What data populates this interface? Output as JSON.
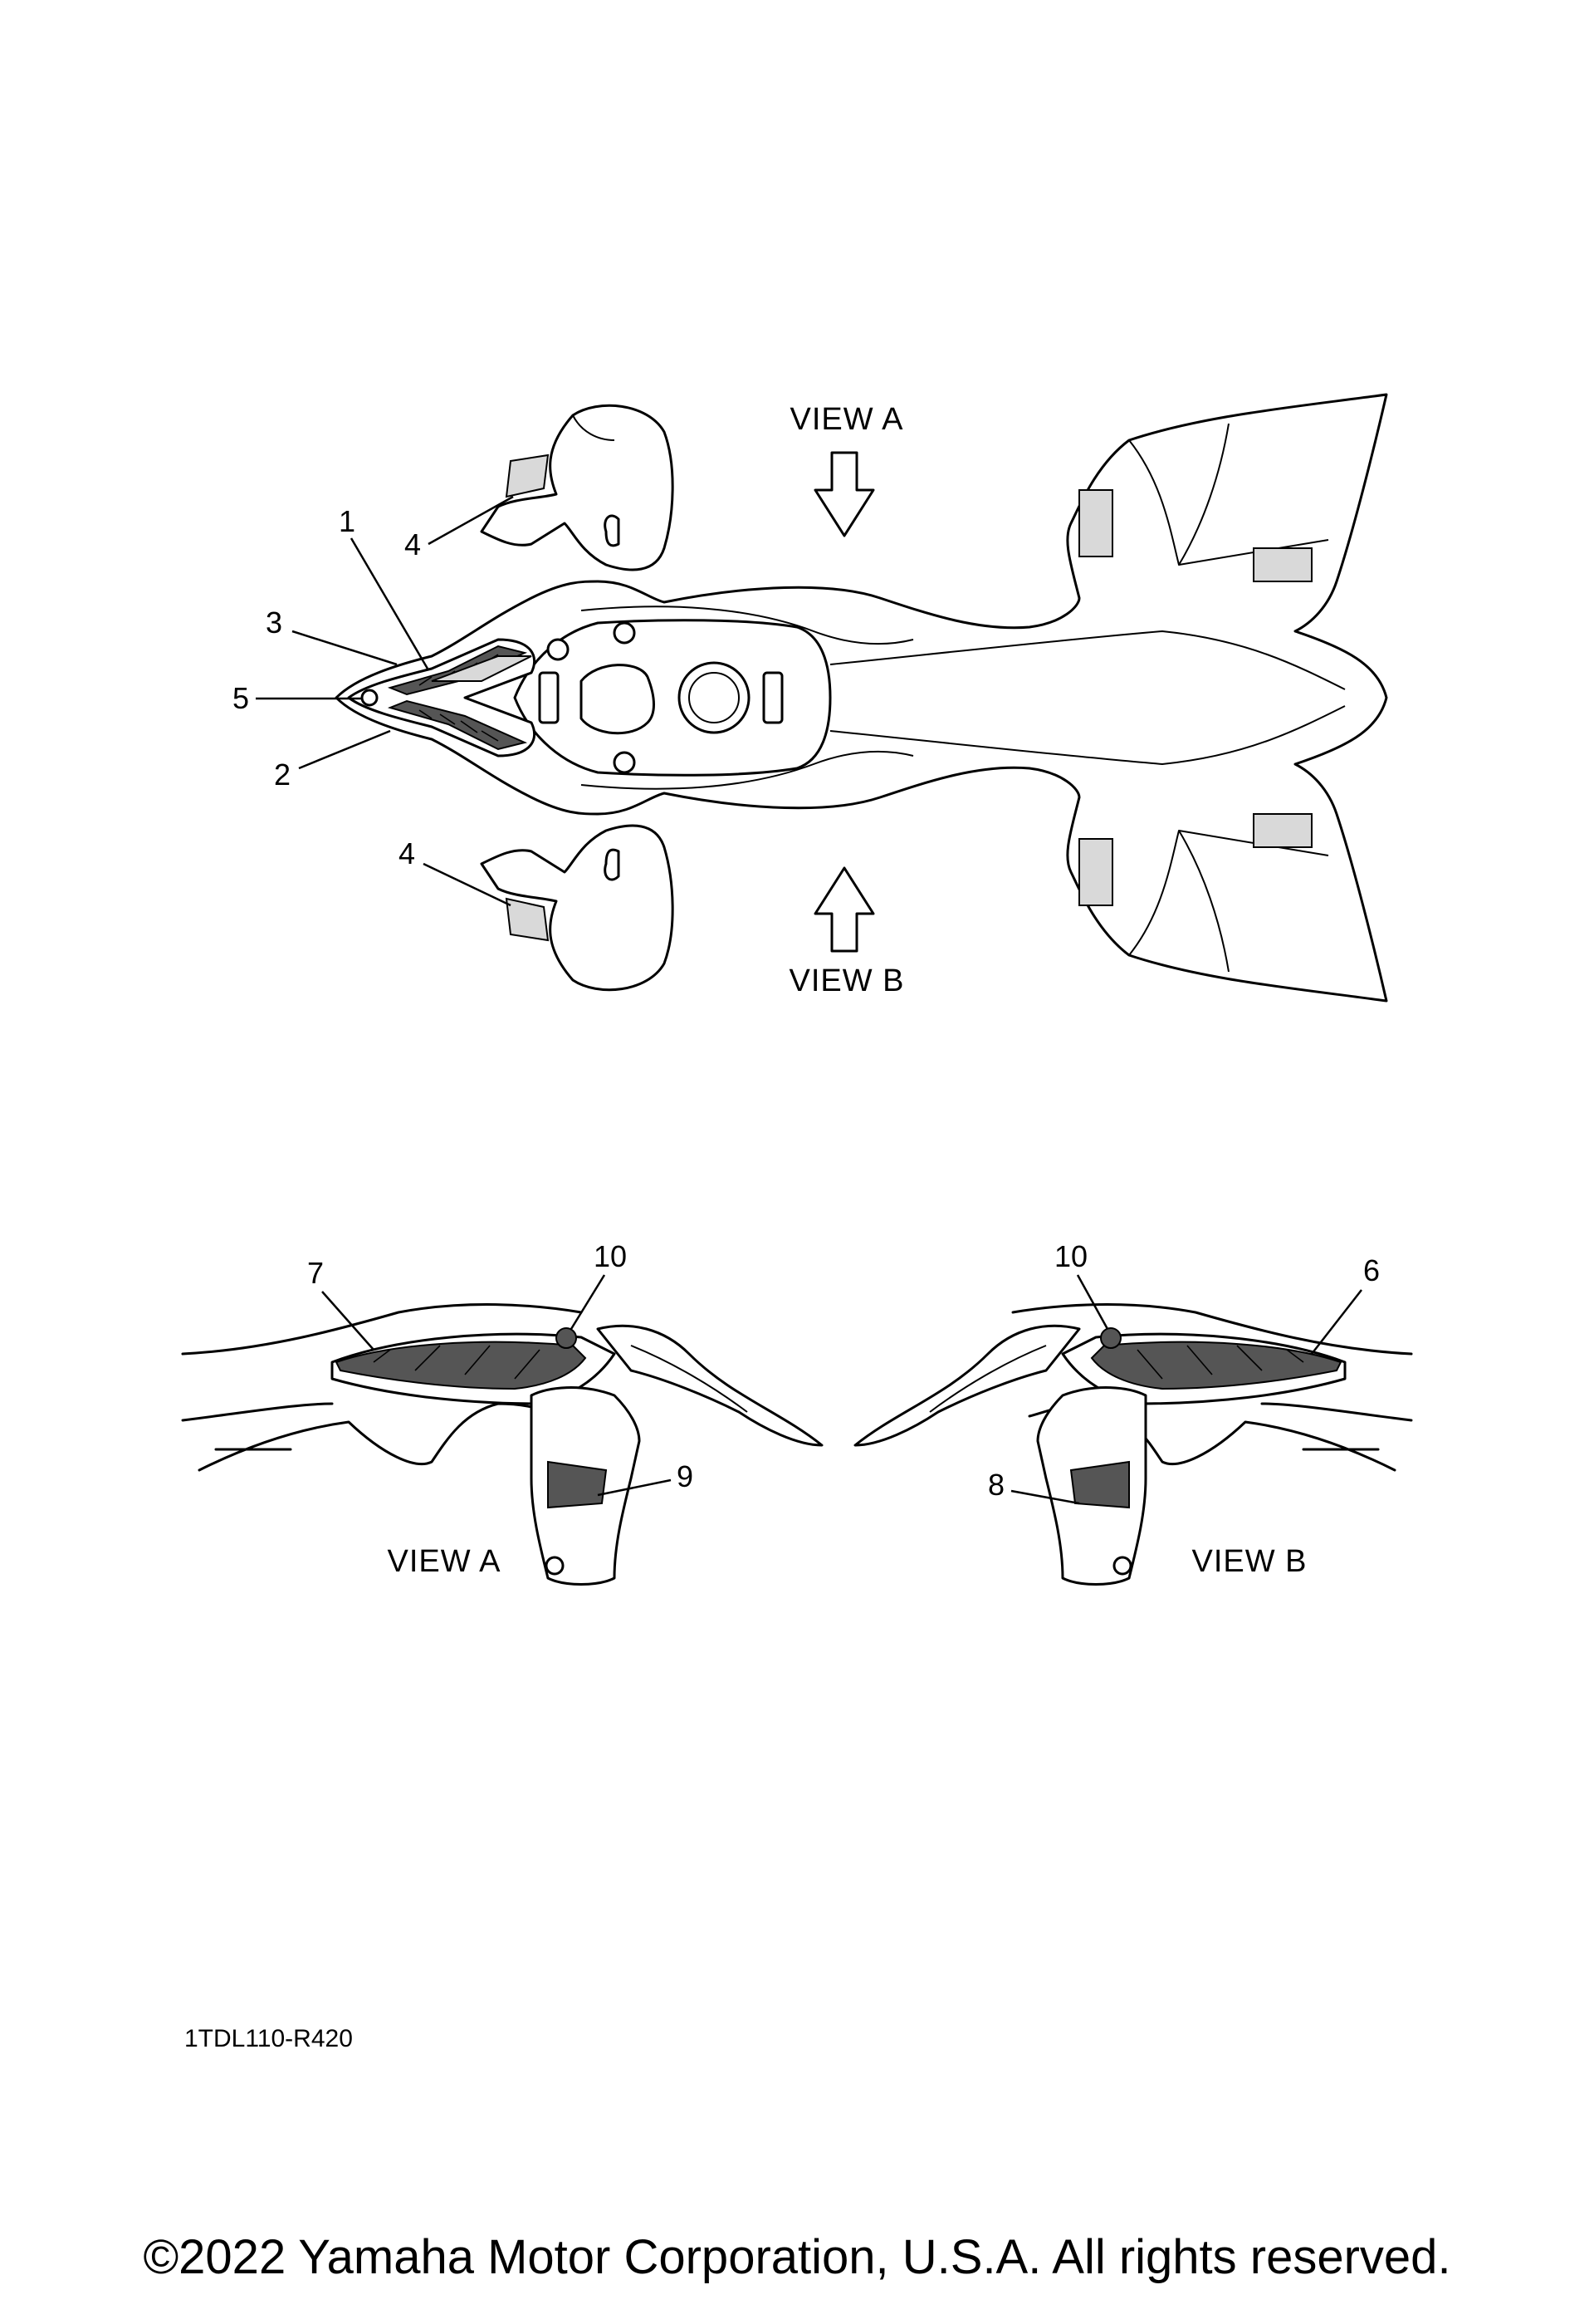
{
  "views": {
    "top_a": "VIEW A",
    "top_b": "VIEW B",
    "side_a": "VIEW A",
    "side_b": "VIEW B"
  },
  "callouts": {
    "c1": "1",
    "c2": "2",
    "c3": "3",
    "c4_upper": "4",
    "c4_lower": "4",
    "c5": "5",
    "c6": "6",
    "c7": "7",
    "c8": "8",
    "c9": "9",
    "c10_left": "10",
    "c10_right": "10"
  },
  "figure_code": "1TDL110-R420",
  "copyright": "©2022 Yamaha Motor Corporation, U.S.A. All rights reserved."
}
